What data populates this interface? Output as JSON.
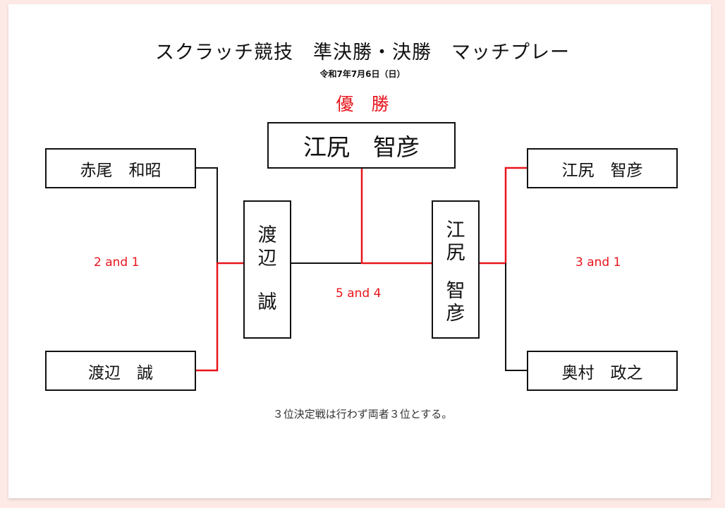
{
  "title": "スクラッチ競技　準決勝・決勝　マッチプレー",
  "date": "令和7年7月6日（日）",
  "champion_label": "優　勝",
  "champion": "江尻　智彦",
  "left_bracket": {
    "top_player": "赤尾　和昭",
    "bottom_player": "渡辺　誠",
    "score": "2 and 1",
    "winner_chars": [
      "渡",
      "辺",
      "誠"
    ]
  },
  "right_bracket": {
    "top_player": "江尻　智彦",
    "bottom_player": "奥村　政之",
    "score": "3 and 1",
    "winner_chars": [
      "江",
      "尻",
      "智",
      "彦"
    ]
  },
  "final_score": "5 and 4",
  "footer_note": "３位決定戦は行わず両者３位とする。",
  "colors": {
    "winner_line": "#e8141b",
    "loser_line": "#111111",
    "score_text": "#e8141b",
    "page_background": "#fde9e6"
  }
}
